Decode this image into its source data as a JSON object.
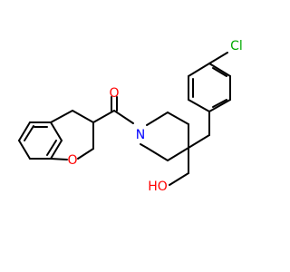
{
  "colors": {
    "background": "#ffffff",
    "bond": "#000000",
    "carbon_label": "#000000",
    "oxygen": "#ff0000",
    "nitrogen": "#0000ff",
    "chlorine": "#00aa00"
  },
  "atoms": {
    "carbonyl_oxygen": "O",
    "ring_oxygen": "O",
    "nitrogen": "N",
    "chlorine": "Cl",
    "hydroxyl": "HO"
  }
}
